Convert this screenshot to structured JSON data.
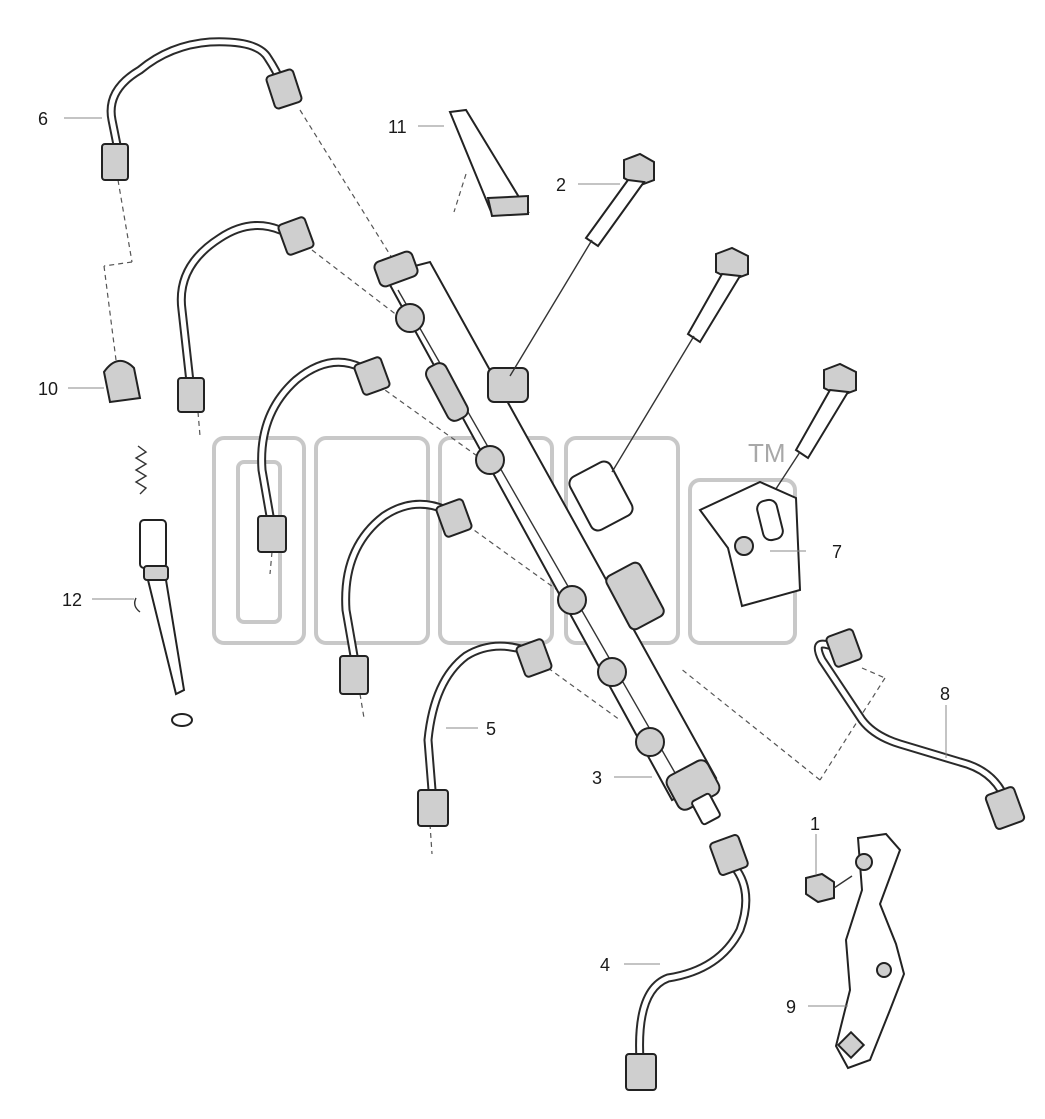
{
  "callouts": [
    {
      "id": "1",
      "label": "1"
    },
    {
      "id": "2",
      "label": "2"
    },
    {
      "id": "3",
      "label": "3"
    },
    {
      "id": "4",
      "label": "4"
    },
    {
      "id": "5",
      "label": "5"
    },
    {
      "id": "6",
      "label": "6"
    },
    {
      "id": "7",
      "label": "7"
    },
    {
      "id": "8",
      "label": "8"
    },
    {
      "id": "9",
      "label": "9"
    },
    {
      "id": "10",
      "label": "10"
    },
    {
      "id": "11",
      "label": "11"
    },
    {
      "id": "12",
      "label": "12"
    }
  ],
  "watermark": {
    "trademark": "TM"
  }
}
